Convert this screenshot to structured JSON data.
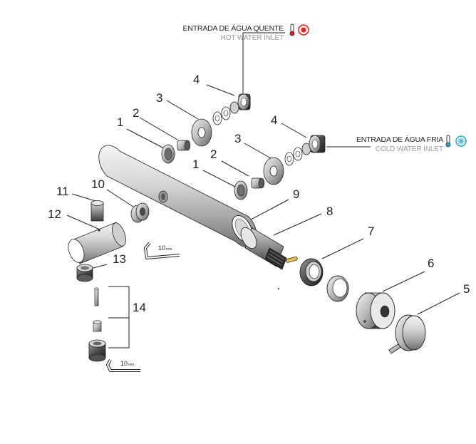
{
  "inlets": {
    "hot": {
      "label_pt": "ENTRADA DE ÁGUA QUENTE",
      "label_en": "HOT WATER INLET",
      "color": "#e2231a"
    },
    "cold": {
      "label_pt": "ENTRADA DE ÁGUA FRIA",
      "label_en": "COLD WATER INLET",
      "color": "#29a9e0"
    }
  },
  "callouts": {
    "n1a": "1",
    "n1b": "1",
    "n2a": "2",
    "n2b": "2",
    "n3a": "3",
    "n3b": "3",
    "n4a": "4",
    "n4b": "4",
    "n5": "5",
    "n6": "6",
    "n7": "7",
    "n8": "8",
    "n9": "9",
    "n10": "10",
    "n11": "11",
    "n12": "12",
    "n13": "13",
    "n14": "14"
  },
  "tools": {
    "hex_key_a": {
      "size": "10",
      "unit": "mm"
    },
    "hex_key_b": {
      "size": "10",
      "unit": "mm"
    }
  }
}
